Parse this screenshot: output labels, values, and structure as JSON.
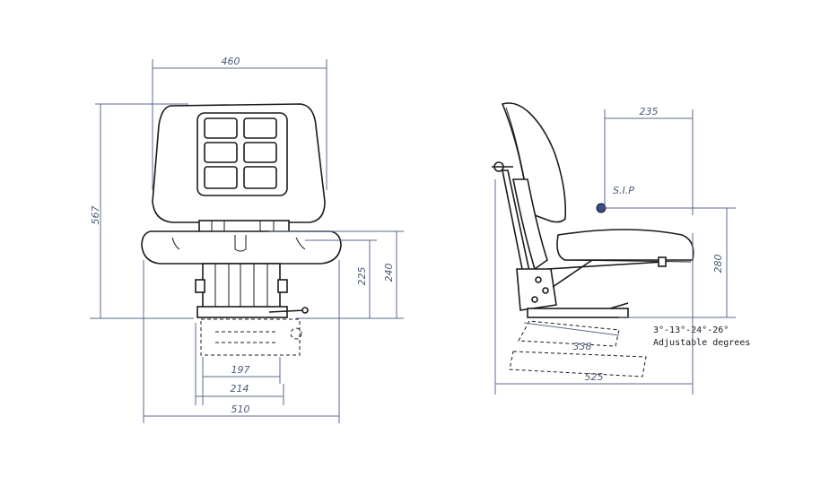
{
  "front_view": {
    "dim_width_top": "460",
    "dim_height_total": "567",
    "dim_height_225": "225",
    "dim_height_240": "240",
    "dim_197": "197",
    "dim_214": "214",
    "dim_510": "510"
  },
  "side_view": {
    "dim_235": "235",
    "sip_label": "S.I.P",
    "dim_280": "280",
    "dim_338": "338",
    "dim_525": "525",
    "angles_text": "3°-13°-24°-26°",
    "adjust_text": "Adjustable degrees"
  },
  "colors": {
    "dimension_line": "#5a6a8c",
    "sip_point": "#3a4a8a"
  }
}
